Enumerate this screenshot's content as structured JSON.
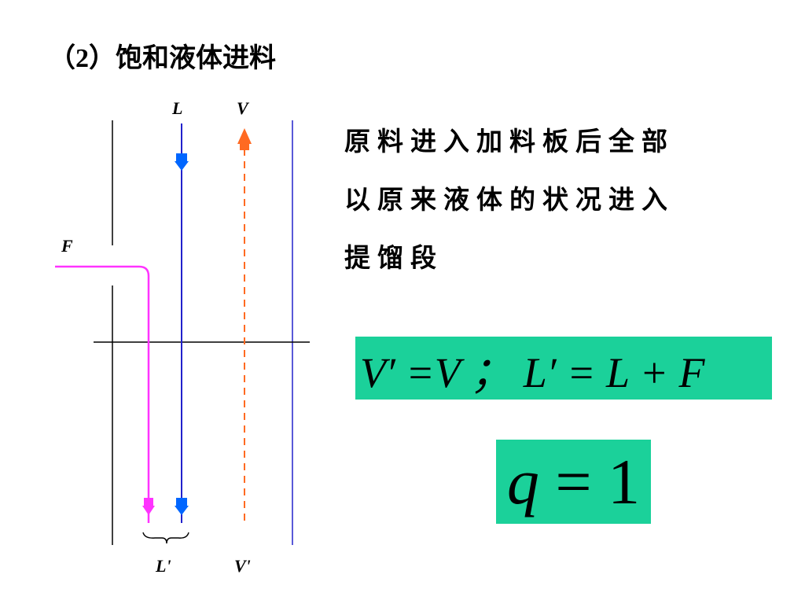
{
  "title": {
    "number": "（2）",
    "text": "饱和液体进料"
  },
  "description": {
    "lines": [
      "原料进入加料板后全部",
      "以原来液体的状况进入",
      "提馏段"
    ]
  },
  "equation": {
    "text": "V′ =V ；  L′ = L + F"
  },
  "q_equation": {
    "variable": "q",
    "equals": " = ",
    "value": "1"
  },
  "diagram": {
    "labels": {
      "liquid": "L",
      "vapor": "V",
      "feed": "F",
      "liquid_bottom": "L'",
      "vapor_bottom": "V'"
    },
    "colors": {
      "feed": "#ff33ff",
      "liquid": "#2222cc",
      "vapor": "#ff6a22",
      "arrow_liquid": "#0066ff",
      "wall": "#000000",
      "eq_box": "#1bd19a"
    }
  }
}
